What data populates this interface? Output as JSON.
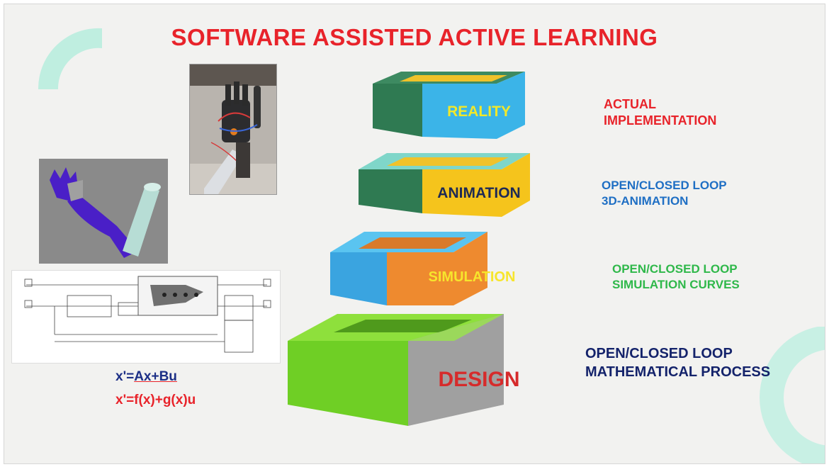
{
  "title": "SOFTWARE ASSISTED ACTIVE LEARNING",
  "colors": {
    "title": "#e8232a",
    "reality_label": "#e8232a",
    "animation_label": "#1f6fc4",
    "simulation_label": "#2fb84a",
    "design_label": "#14236b",
    "equation_top": "#1c2f86",
    "equation_bottom": "#e8232a",
    "decor_arc": "#bfeee0"
  },
  "pyramid": {
    "reality": "REALITY",
    "animation": "ANIMATION",
    "simulation": "SIMULATION",
    "design": "DESIGN"
  },
  "labels": {
    "reality_line1": "ACTUAL",
    "reality_line2": "IMPLEMENTATION",
    "animation_line1": "OPEN/CLOSED LOOP",
    "animation_line2": "3D-ANIMATION",
    "simulation_line1": "OPEN/CLOSED LOOP",
    "simulation_line2": "SIMULATION CURVES",
    "design_line1": "OPEN/CLOSED LOOP",
    "design_line2": "MATHEMATICAL PROCESS"
  },
  "equations": {
    "linear_prefix": "x'=",
    "linear_body": "Ax+Bu",
    "nonlinear": "x'=f(x)+g(x)u"
  },
  "images": [
    "robotic-hand-photo",
    "3d-arm-render",
    "block-diagram"
  ]
}
